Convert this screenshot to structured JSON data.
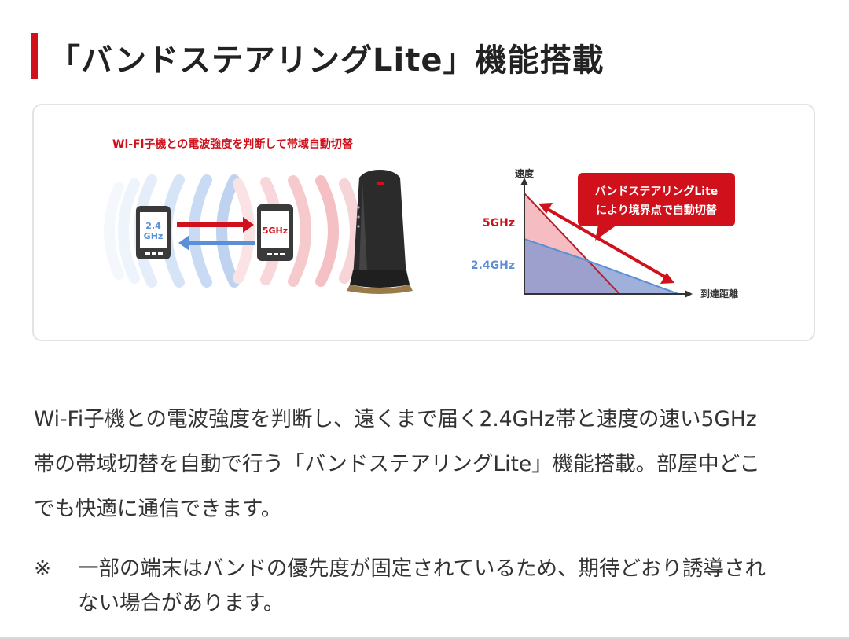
{
  "heading": {
    "title": "「バンドステアリングLite」機能搭載"
  },
  "figure": {
    "caption": "Wi-Fi子機との電波強度を判断して帯域自動切替",
    "device_left_label_line1": "2.4",
    "device_left_label_line2": "GHz",
    "device_right_label": "5GHz",
    "graph": {
      "ylabel": "速度",
      "xlabel": "到達距離",
      "label_5ghz": "5GHz",
      "label_24ghz": "2.4GHz",
      "callout_line1": "バンドステアリングLite",
      "callout_line2": "により境界点で自動切替"
    },
    "colors": {
      "accent_red": "#d0111b",
      "blue": "#5b8fd6",
      "pink_area": "#f4b6ba",
      "blue_area": "#7f95cf"
    }
  },
  "description": {
    "line1": "Wi-Fi子機との電波強度を判断し、遠くまで届く2.4GHz帯と速度の速い5GHz",
    "line2": "帯の帯域切替を自動で行う「バンドステアリングLite」機能搭載。部屋中どこ",
    "line3": "でも快適に通信できます。"
  },
  "note": {
    "mark": "※",
    "line1": "一部の端末はバンドの優先度が固定されているため、期待どおり誘導され",
    "line2": "ない場合があります。"
  }
}
